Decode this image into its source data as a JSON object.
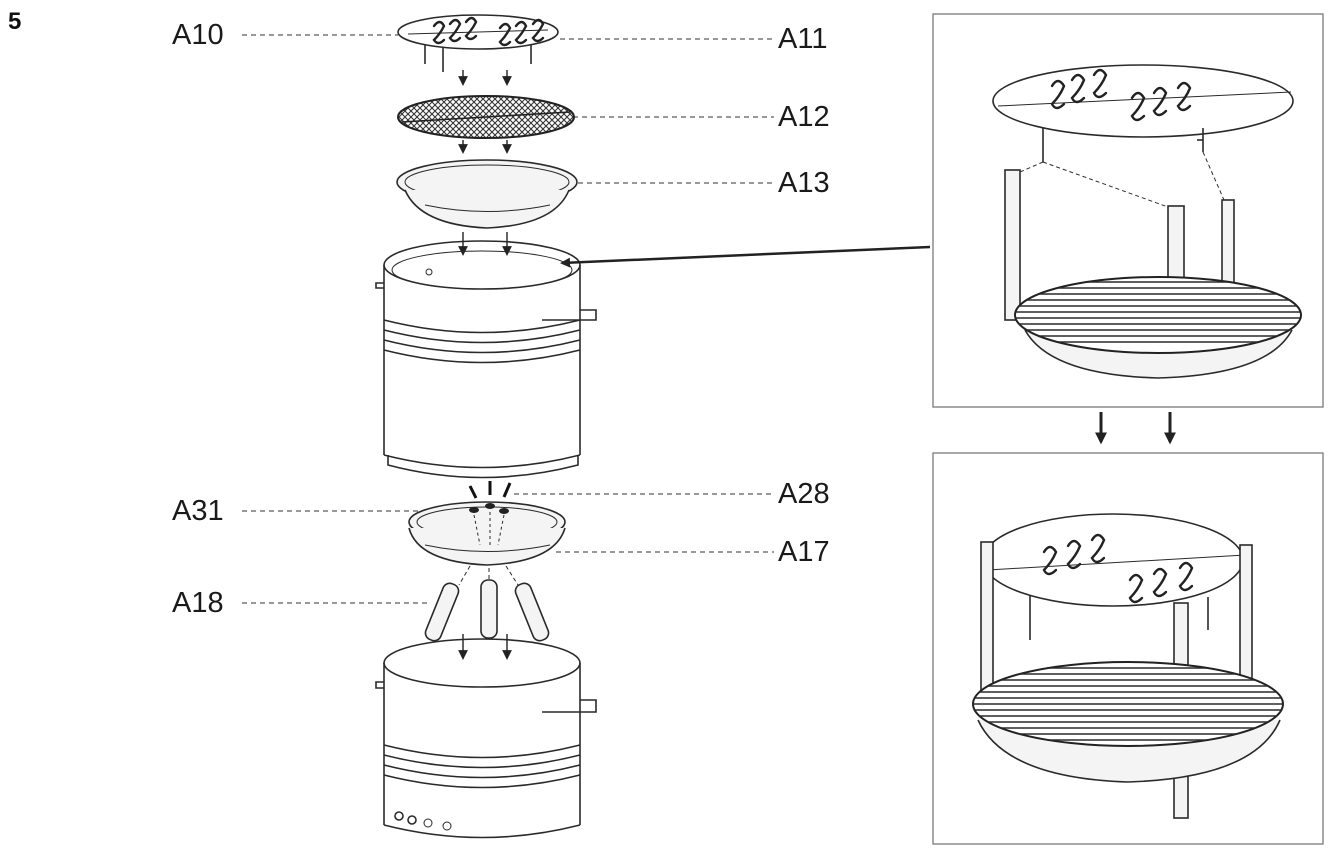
{
  "step_number": "5",
  "labels": {
    "a10": "A10",
    "a11": "A11",
    "a12": "A12",
    "a13": "A13",
    "a31": "A31",
    "a28": "A28",
    "a17": "A17",
    "a18": "A18"
  }
}
